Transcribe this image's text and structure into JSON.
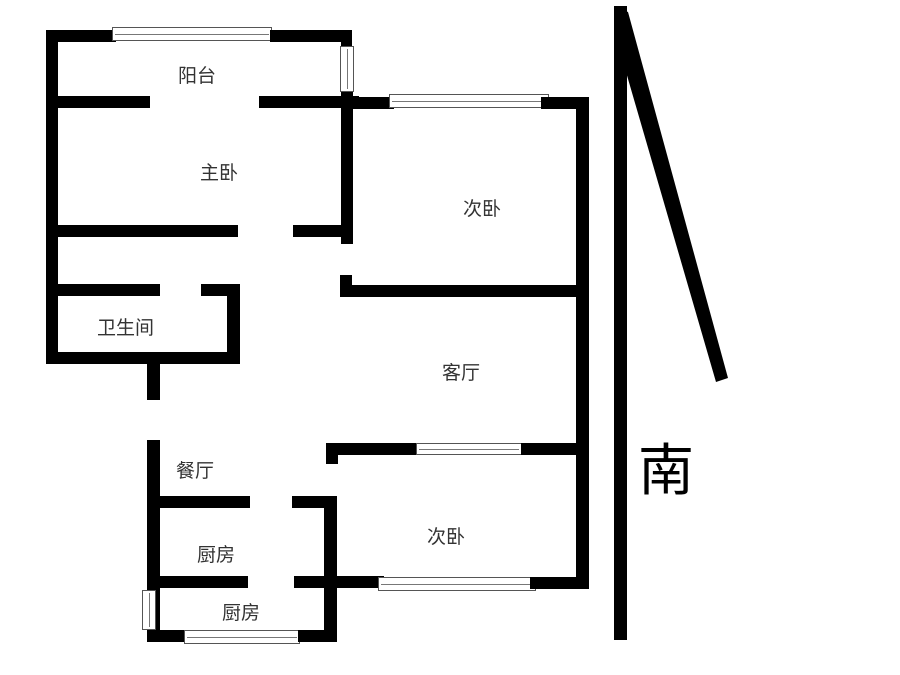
{
  "rooms": {
    "balcony": "阳台",
    "master_bedroom": "主卧",
    "second_bedroom_north": "次卧",
    "bathroom": "卫生间",
    "living_room": "客厅",
    "dining_room": "餐厅",
    "second_bedroom_south": "次卧",
    "kitchen_upper": "厨房",
    "kitchen_lower": "厨房"
  },
  "compass": {
    "direction_label": "南"
  },
  "colors": {
    "wall": "#000000",
    "background": "#ffffff",
    "label": "#333333"
  }
}
